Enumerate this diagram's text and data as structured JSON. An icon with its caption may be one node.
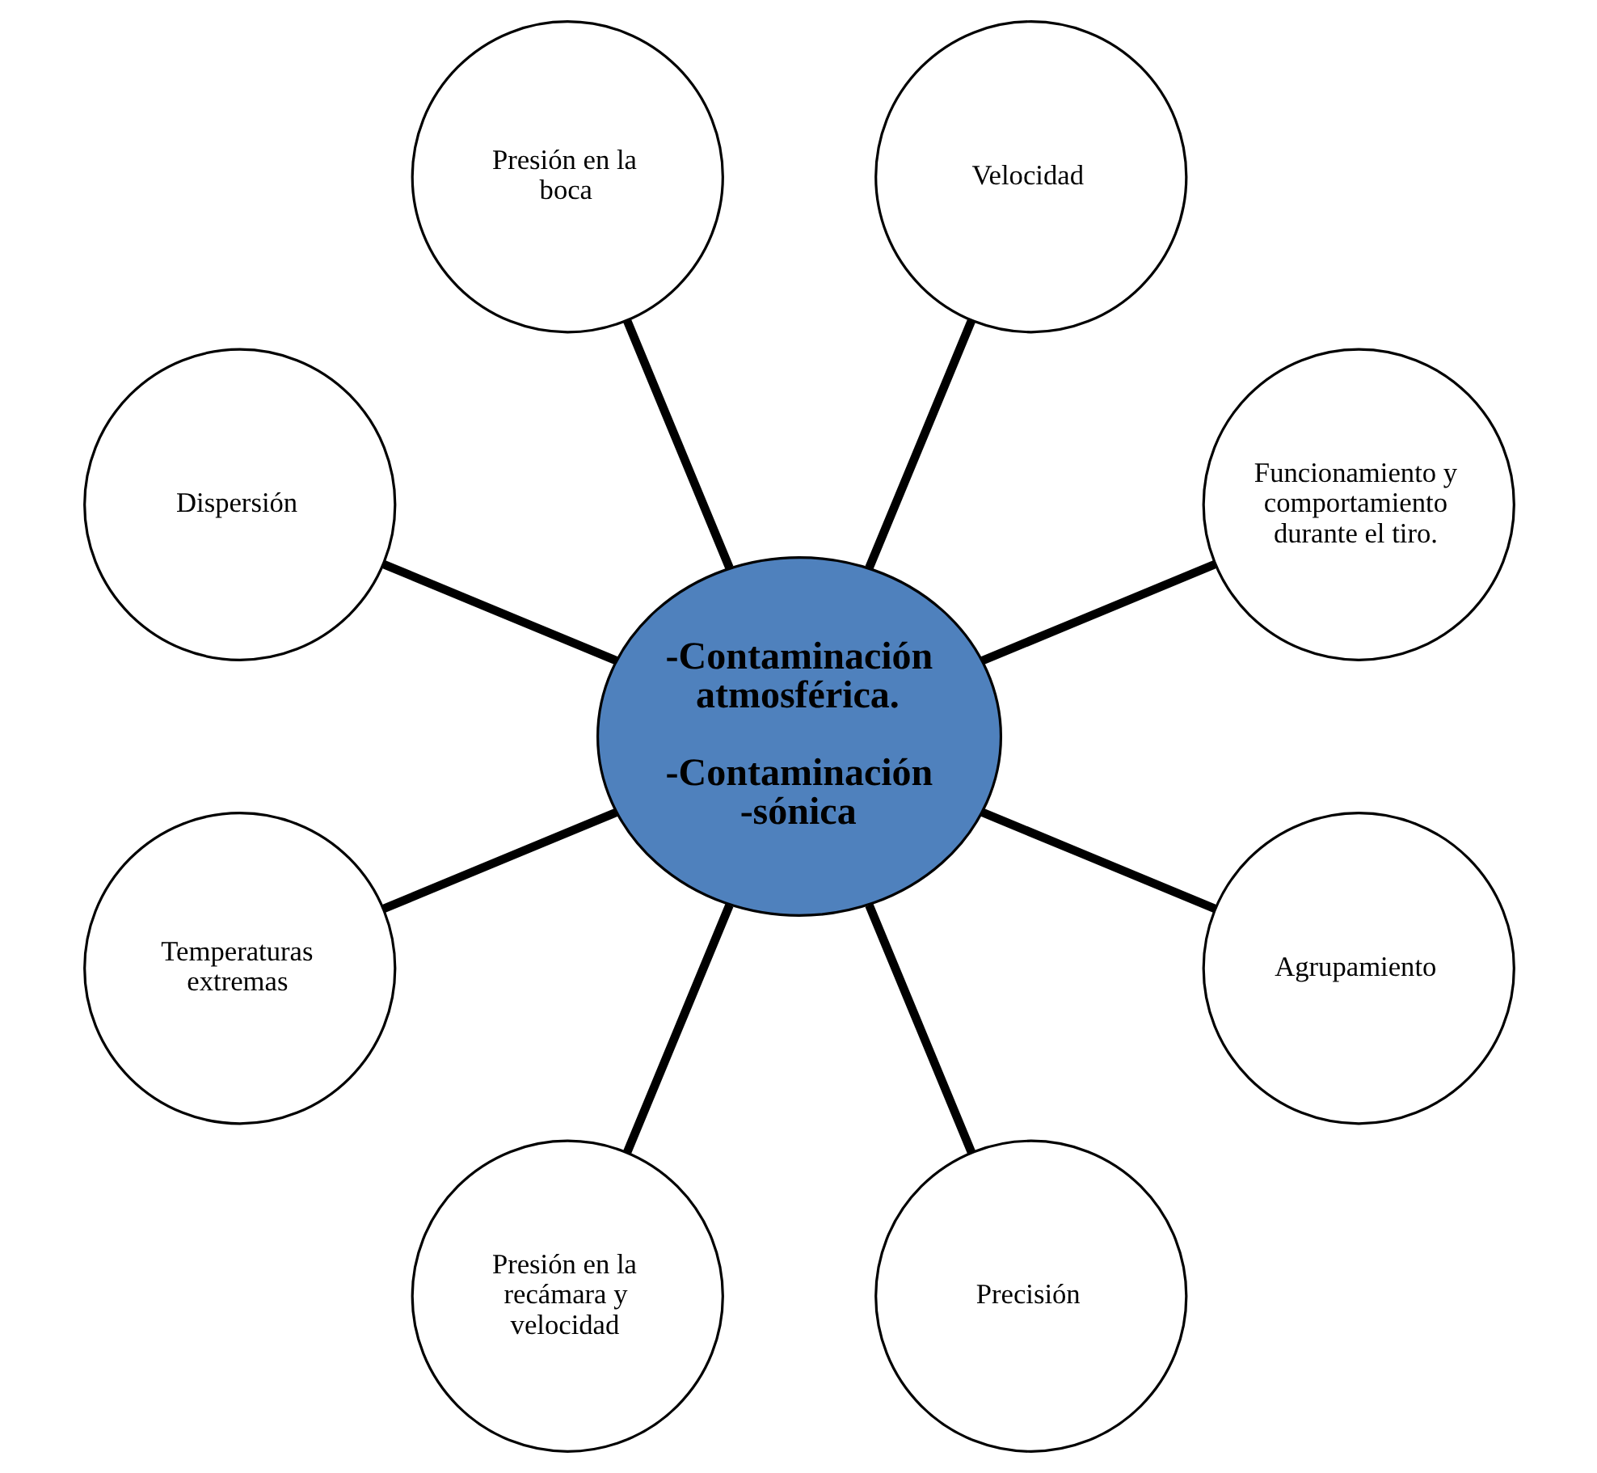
{
  "diagram": {
    "nodes": [
      {
        "text": [
          "-Contaminación atmosférica.",
          "-Contaminación -sónica"
        ]
      },
      {
        "text": [
          "Funcionamiento y comportamiento durante el tiro."
        ]
      },
      {
        "text": [
          "Velocidad"
        ]
      },
      {
        "text": [
          "Presión en la boca"
        ]
      },
      {
        "text": [
          "Dispersión"
        ]
      },
      {
        "text": [
          "Temperaturas extremas"
        ]
      },
      {
        "text": [
          "Presión en la recámara y velocidad"
        ]
      },
      {
        "text": [
          "Precisión"
        ]
      },
      {
        "text": [
          "Agrupamiento"
        ]
      }
    ],
    "edges": [
      {
        "from": 0,
        "to": 1,
        "arrow": "none"
      },
      {
        "from": 0,
        "to": 2,
        "arrow": "none"
      },
      {
        "from": 0,
        "to": 3,
        "arrow": "none"
      },
      {
        "from": 0,
        "to": 4,
        "arrow": "none"
      },
      {
        "from": 0,
        "to": 5,
        "arrow": "none"
      },
      {
        "from": 0,
        "to": 6,
        "arrow": "none"
      },
      {
        "from": 0,
        "to": 7,
        "arrow": "none"
      },
      {
        "from": 0,
        "to": 8,
        "arrow": "none"
      }
    ]
  }
}
